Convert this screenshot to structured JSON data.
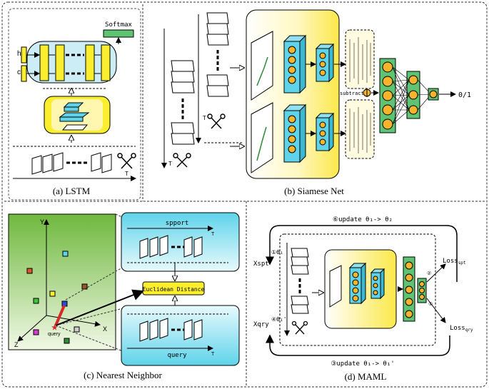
{
  "panels": {
    "lstm": {
      "caption": "(a) LSTM",
      "softmax": "Softmax",
      "h": "h",
      "c": "c",
      "t": "T"
    },
    "siamese": {
      "caption": "(b) Siamese Net",
      "subtract": "subtract",
      "output": "0/1",
      "t": "T"
    },
    "nn": {
      "caption": "(c) Nearest Neighbor",
      "support": "spport",
      "query_row": "query",
      "distance": "Euclidean Distance",
      "axis_x": "X",
      "axis_y": "Y",
      "axis_z": "Z",
      "query_point": "query",
      "t": "T"
    },
    "maml": {
      "caption": "(d) MAML",
      "update_top": "⑥update θ₁-> θ₂",
      "update_bottom": "③update θ₁-> θ₁'",
      "xspt": "Xspt",
      "xqry": "Xqry",
      "theta1": "①θ₁",
      "theta1p": "④θ₁'",
      "loss_spt": "Loss",
      "loss_spt_sub": "spt",
      "loss_qry": "Loss",
      "loss_qry_sub": "qry",
      "step2": "②",
      "step5": "⑤"
    }
  },
  "colors": {
    "yellow": "#fbee2e",
    "cyan": "#5fd3ea",
    "green": "#5ec472",
    "orange": "#f6b32b",
    "red": "#d62a2a"
  }
}
